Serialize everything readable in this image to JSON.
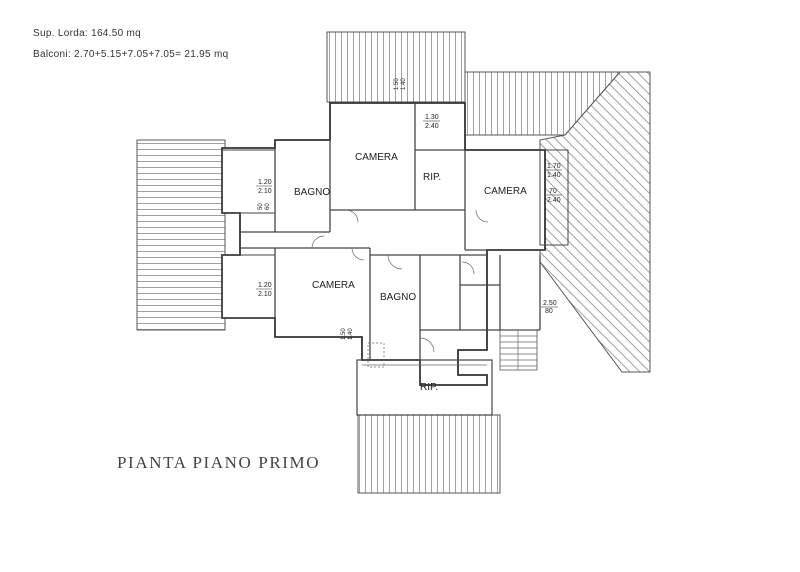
{
  "header": {
    "surface": "Sup. Lorda: 164.50 mq",
    "balconies": "Balconi: 2.70+5.15+7.05+7.05=  21.95  mq"
  },
  "plan_title": "PIANTA PIANO PRIMO",
  "rooms": {
    "camera_top": "CAMERA",
    "rip_top": "RIP.",
    "camera_right": "CAMERA",
    "bagno_left": "BAGNO",
    "camera_left": "CAMERA",
    "bagno_center": "BAGNO",
    "rip_bottom": "RIP."
  },
  "window_marks": {
    "w1_h": "1.20",
    "w1_w": "2.10",
    "w2_h": "1.20",
    "w2_w": "2.10",
    "w3_h": "1.30",
    "w3_w": "2.40",
    "w4_h": "1.70",
    "w4_w": "1.40",
    "w5_h": "70",
    "w5_w": "2.40",
    "w6_h": "2.50",
    "w6_w": "80",
    "v1_a": "1.50",
    "v1_b": "1.40",
    "v2_a": "50",
    "v2_b": "60",
    "v3_a": "1.50",
    "v3_b": "1.40"
  }
}
